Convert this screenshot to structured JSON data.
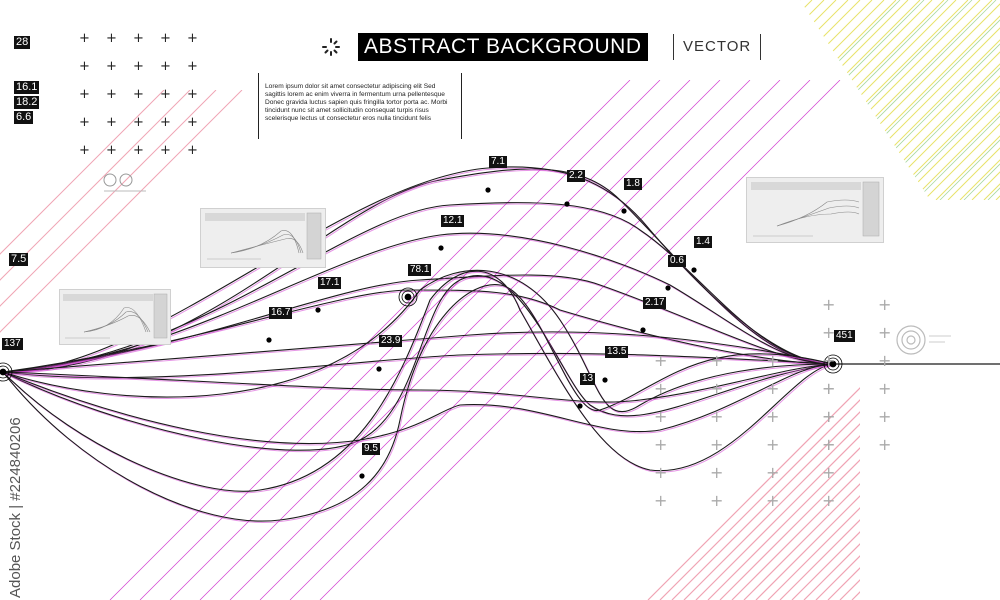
{
  "header": {
    "title": "ABSTRACT BACKGROUND",
    "tag": "VECTOR",
    "lorem": "Lorem ipsum dolor sit amet consectetur adipiscing elit Sed sagittis lorem ac enim viverra in fermentum urna pellentesque Donec gravida luctus sapien quis fringilla tortor porta ac. Morbi tincidunt nunc sit amet sollicitudin consequat turpis risus scelerisque lectus ut consectetur eros nulla tincidunt felis"
  },
  "side_numbers": {
    "top": "28",
    "a": "16.1",
    "b": "18.2",
    "c": "6.6",
    "mid": "7.5"
  },
  "node_labels": {
    "left_anchor": "137",
    "right_anchor": "451",
    "l7_1": "7.1",
    "l2_2": "2.2",
    "l1_8": "1.8",
    "l12_1": "12.1",
    "l1_4": "1.4",
    "l0_6": "0.6",
    "l78_1": "78.1",
    "l17_1": "17.1",
    "l16_7": "16.7",
    "l2_17": "2.17",
    "l23_9": "23.9",
    "l13_5": "13.5",
    "l13": "13",
    "l9_5": "9.5"
  },
  "watermark": "Adobe Stock | #224840206",
  "colors": {
    "line": "#1a1a1a",
    "magenta": "#d23fd2",
    "pink": "#f0a4b4",
    "yellow": "#e8e26a",
    "green": "#a8d8a0"
  }
}
